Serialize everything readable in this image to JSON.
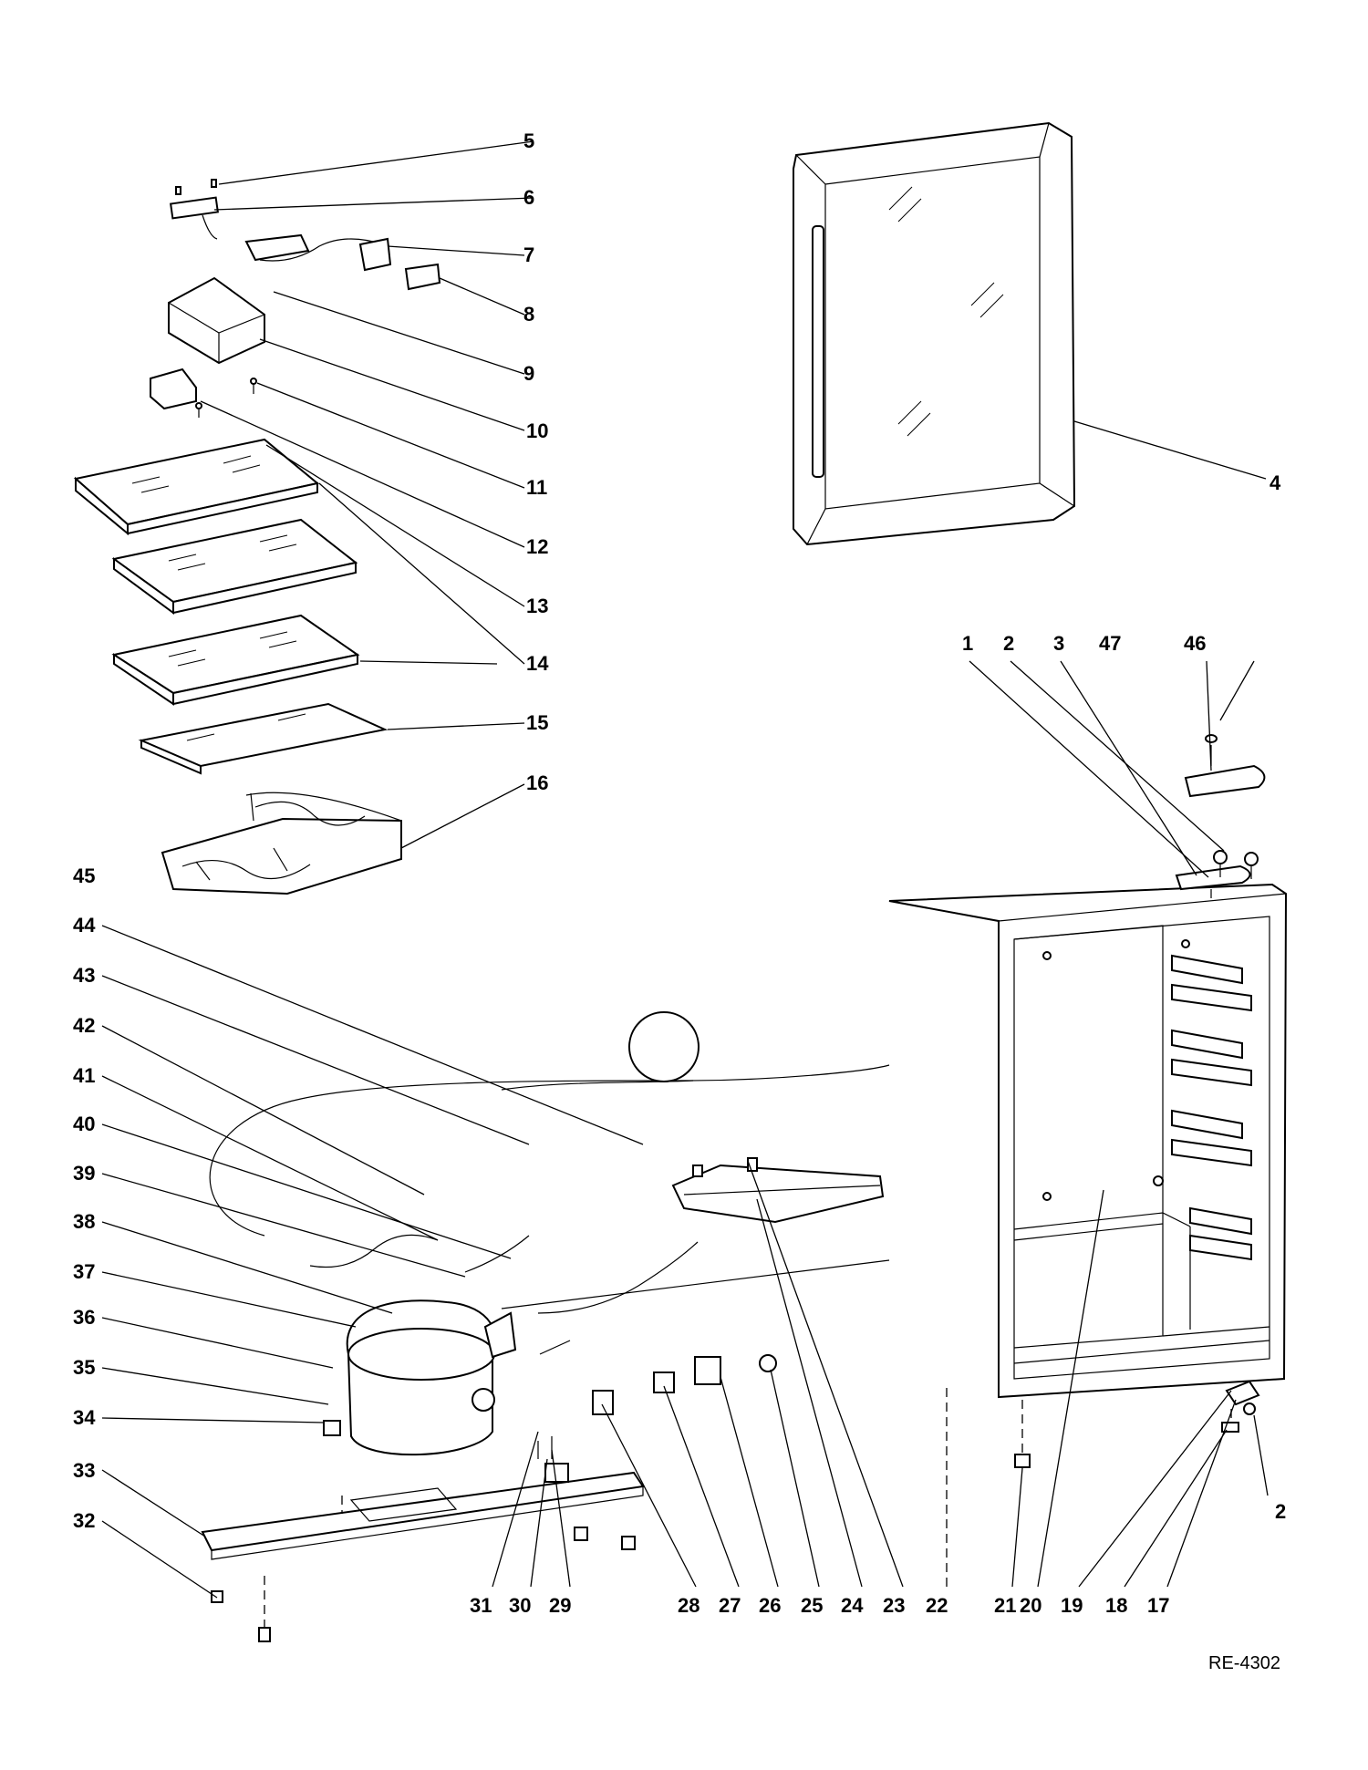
{
  "diagram": {
    "document_id": "RE-4302",
    "callouts": [
      "1",
      "2",
      "3",
      "4",
      "5",
      "6",
      "7",
      "8",
      "9",
      "10",
      "11",
      "12",
      "13",
      "14",
      "15",
      "16",
      "17",
      "18",
      "19",
      "20",
      "21",
      "22",
      "23",
      "24",
      "25",
      "26",
      "27",
      "28",
      "29",
      "30",
      "31",
      "32",
      "33",
      "34",
      "35",
      "36",
      "37",
      "38",
      "39",
      "40",
      "41",
      "42",
      "43",
      "44",
      "45",
      "46",
      "47"
    ],
    "second_callout_2": "2"
  }
}
